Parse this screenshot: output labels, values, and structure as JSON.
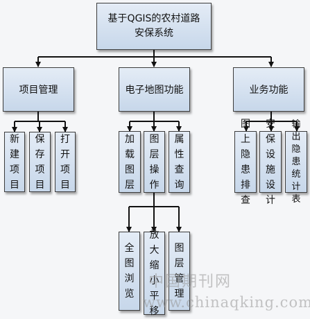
{
  "root": {
    "title": "基于QGIS的农村道路安保系统"
  },
  "level1": {
    "project": "项目管理",
    "map": "电子地图功能",
    "business": "业务功能"
  },
  "project_children": [
    "新建项目",
    "保存项目",
    "打开项目"
  ],
  "map_children": [
    "加载图层",
    "图层操作",
    "属性查询"
  ],
  "layer_ops_children": [
    "全图浏览",
    "放大缩小平移",
    "图层管理"
  ],
  "business_children": [
    "图上隐患排查",
    "安保设施设计",
    "输出隐患统计表"
  ],
  "watermark": {
    "cn": "中国期刊网",
    "url": "www.chinaqking.com"
  }
}
